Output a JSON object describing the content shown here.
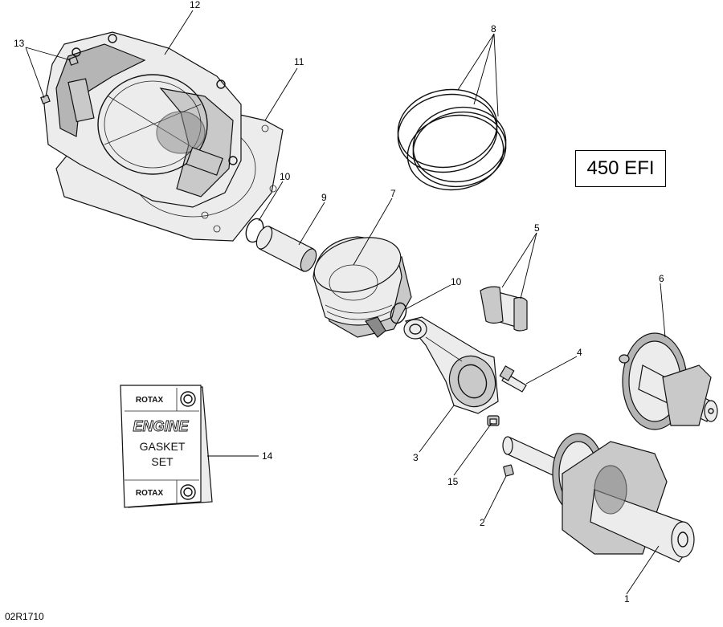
{
  "model_label": "450 EFI",
  "drawing_code": "02R1710",
  "gasket_kit": {
    "brand_top": "ROTAX",
    "title_line1": "ENGINE",
    "title_line2": "GASKET",
    "title_line3": "SET",
    "brand_bottom": "ROTAX"
  },
  "callouts": [
    {
      "id": "c12",
      "label": "12",
      "part": "cylinder"
    },
    {
      "id": "c13",
      "label": "13",
      "part": "cylinder-stud-nut"
    },
    {
      "id": "c11",
      "label": "11",
      "part": "cylinder-base-gasket"
    },
    {
      "id": "c8",
      "label": "8",
      "part": "piston-rings"
    },
    {
      "id": "c10a",
      "label": "10",
      "part": "circlip-left"
    },
    {
      "id": "c9",
      "label": "9",
      "part": "piston-pin"
    },
    {
      "id": "c7",
      "label": "7",
      "part": "piston"
    },
    {
      "id": "c10b",
      "label": "10",
      "part": "circlip-right"
    },
    {
      "id": "c5",
      "label": "5",
      "part": "bearing-shells"
    },
    {
      "id": "c6",
      "label": "6",
      "part": "balance-shaft"
    },
    {
      "id": "c4",
      "label": "4",
      "part": "conrod-screw"
    },
    {
      "id": "c3",
      "label": "3",
      "part": "connecting-rod"
    },
    {
      "id": "c15",
      "label": "15",
      "part": "screw"
    },
    {
      "id": "c14",
      "label": "14",
      "part": "engine-gasket-set"
    },
    {
      "id": "c2",
      "label": "2",
      "part": "key"
    },
    {
      "id": "c1",
      "label": "1",
      "part": "crankshaft"
    }
  ]
}
